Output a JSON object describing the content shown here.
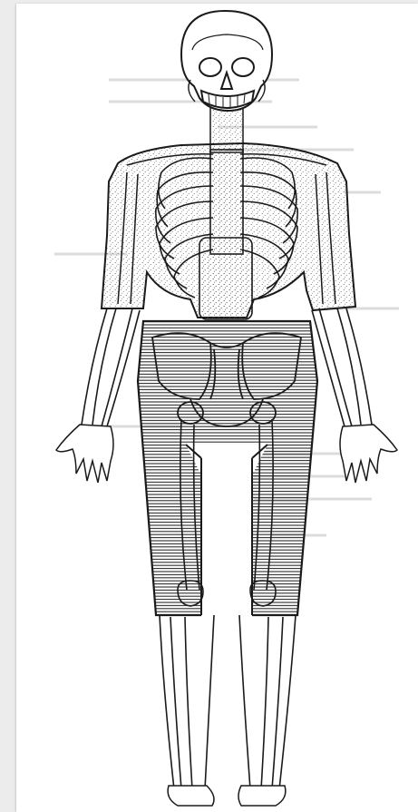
{
  "figure": {
    "colors": {
      "ink": "#1a1a1a",
      "paper": "#ffffff",
      "stipple": "#555555",
      "hatch": "#2a2a2a",
      "ghost_text": "#d6d6d6"
    },
    "regions": [
      {
        "name": "head",
        "fill": "none"
      },
      {
        "name": "upper-trunk-arms",
        "fill": "stipple"
      },
      {
        "name": "pelvis-thighs",
        "fill": "hatch"
      },
      {
        "name": "lower-legs",
        "fill": "none"
      }
    ]
  }
}
